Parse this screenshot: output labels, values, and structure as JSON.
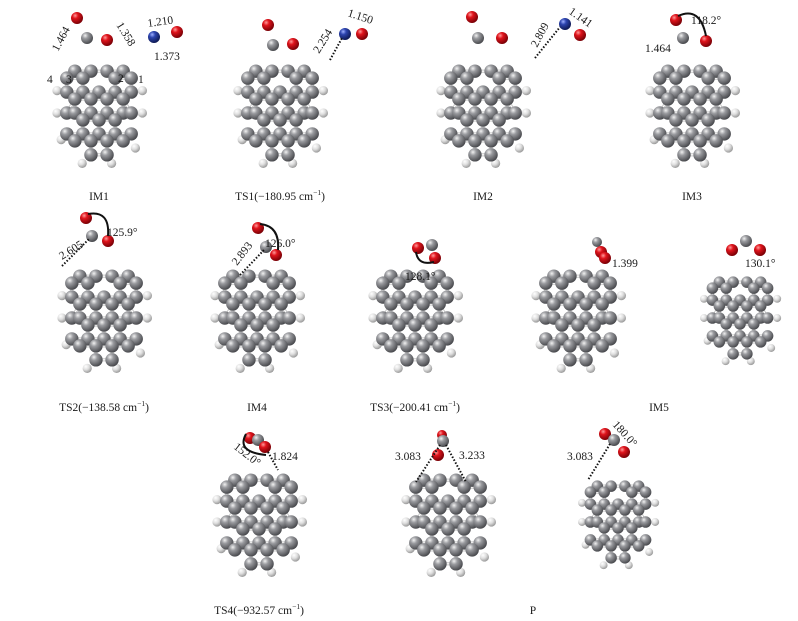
{
  "figure": {
    "colors": {
      "carbon": "#7f8084",
      "hydrogen": "#dcdcdc",
      "oxygen": "#d4141b",
      "nitrogen": "#2b3f9f",
      "bond": "#c9c9c9",
      "annotation": "#111111"
    },
    "panels": [
      {
        "id": "IM1",
        "caption": "IM1",
        "caption_sup": "",
        "caption_tail": "",
        "labels": [
          "1.464",
          "1.358",
          "1.210",
          "1.373",
          "4",
          "3",
          "2",
          "1"
        ]
      },
      {
        "id": "TS1",
        "caption": "TS1(−180.95 cm",
        "caption_sup": "−1",
        "caption_tail": ")",
        "labels": [
          "2.254",
          "1.150"
        ]
      },
      {
        "id": "IM2",
        "caption": "IM2",
        "caption_sup": "",
        "caption_tail": "",
        "labels": [
          "2.809",
          "1.141"
        ]
      },
      {
        "id": "IM3",
        "caption": "IM3",
        "caption_sup": "",
        "caption_tail": "",
        "labels": [
          "118.2°",
          "1.464"
        ]
      },
      {
        "id": "TS2",
        "caption": "TS2(−138.58 cm",
        "caption_sup": "−1",
        "caption_tail": ")",
        "labels": [
          "2.605",
          "125.9°"
        ]
      },
      {
        "id": "IM4",
        "caption": "IM4",
        "caption_sup": "",
        "caption_tail": "",
        "labels": [
          "2.893",
          "126.0°"
        ]
      },
      {
        "id": "TS3",
        "caption": "TS3(−200.41 cm",
        "caption_sup": "−1",
        "caption_tail": ")",
        "labels": [
          "128.1°"
        ]
      },
      {
        "id": "IM5",
        "caption": "IM5",
        "caption_sup": "",
        "caption_tail": "",
        "labels": [
          "1.399",
          "130.1°"
        ]
      },
      {
        "id": "TS4",
        "caption": "TS4(−932.57 cm",
        "caption_sup": "−1",
        "caption_tail": ")",
        "labels": [
          "152.0°",
          "1.824"
        ]
      },
      {
        "id": "P",
        "caption": "P",
        "caption_sup": "",
        "caption_tail": "",
        "labels": [
          "3.083",
          "3.233",
          "3.083",
          "180.0°"
        ]
      }
    ]
  }
}
